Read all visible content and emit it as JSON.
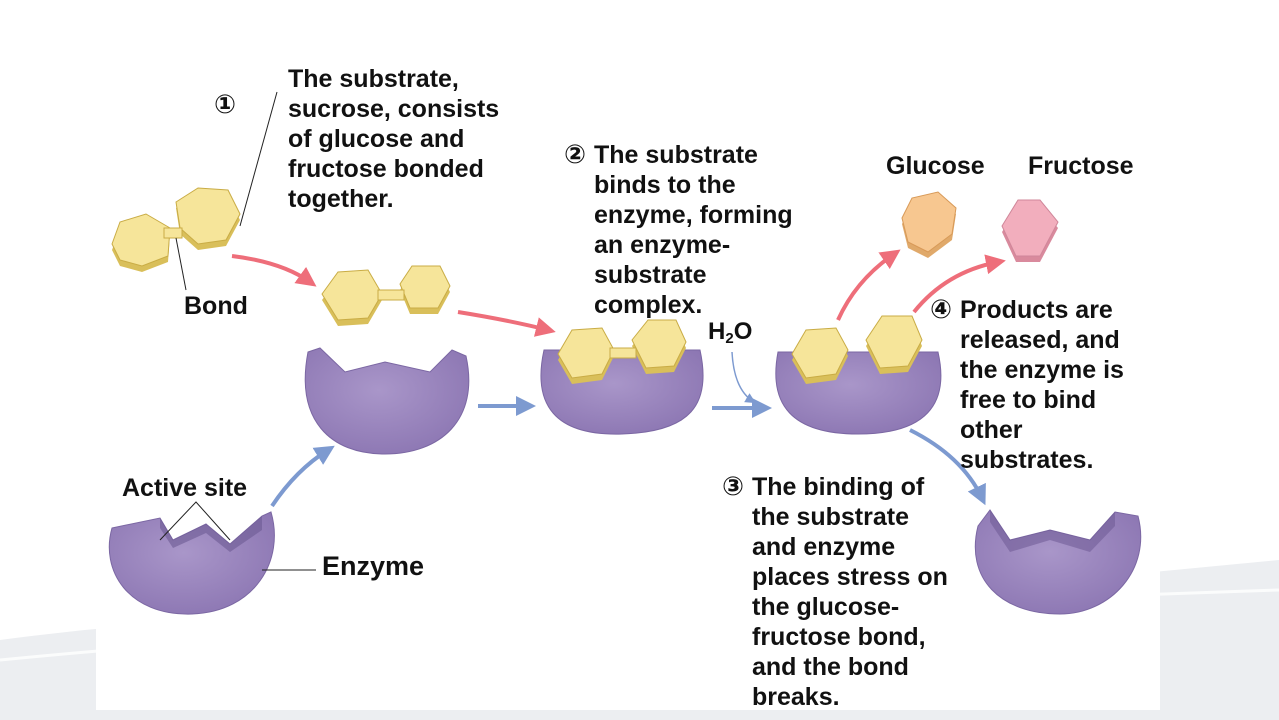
{
  "steps": {
    "s1": {
      "number": "①",
      "lines": [
        "The substrate,",
        "sucrose, consists",
        "of glucose and",
        "fructose bonded",
        "together."
      ]
    },
    "s2": {
      "number": "②",
      "lines": [
        "The substrate",
        "binds to the",
        "enzyme, forming",
        "an enzyme-",
        "substrate",
        "complex."
      ]
    },
    "s3": {
      "number": "③",
      "lines": [
        "The binding of",
        "the substrate",
        "and enzyme",
        "places stress on",
        "the glucose-",
        "fructose bond,",
        "and the bond",
        "breaks."
      ]
    },
    "s4": {
      "number": "④",
      "lines": [
        "Products are",
        "released, and",
        "the enzyme is",
        "free to bind",
        "other",
        "substrates."
      ]
    }
  },
  "labels": {
    "bond": "Bond",
    "active_site": "Active site",
    "enzyme": "Enzyme",
    "glucose": "Glucose",
    "fructose": "Fructose",
    "water": {
      "main": "H",
      "sub": "2",
      "tail": "O"
    }
  },
  "colors": {
    "enzyme_fill": "#9b86bf",
    "enzyme_dark": "#6d5a93",
    "substrate_fill": "#f6e59a",
    "substrate_side": "#d9bf5a",
    "glucose_fill": "#f7c790",
    "fructose_fill": "#f2aebd",
    "arrow_red": "#ee6e7a",
    "arrow_blue": "#7d9ad0"
  }
}
